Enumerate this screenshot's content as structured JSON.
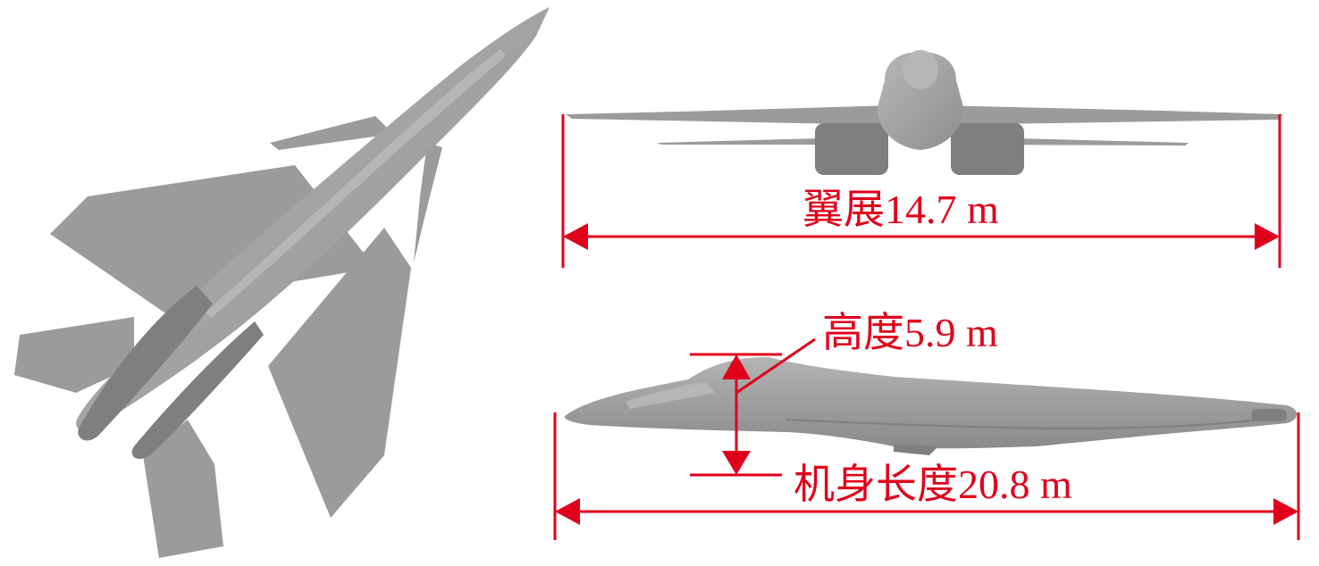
{
  "colors": {
    "annotation": "#e0001b",
    "aircraft_fill": "#9b9b9b",
    "aircraft_shade": "#7f7f7f",
    "aircraft_highlight": "#b6b6b6"
  },
  "views": {
    "top": {
      "name": "plan-view"
    },
    "front": {
      "name": "front-view"
    },
    "side": {
      "name": "side-view"
    }
  },
  "dimensions": {
    "wingspan": {
      "label": "翼展14.7 m",
      "value": 14.7,
      "unit": "m"
    },
    "height": {
      "label": "高度5.9 m",
      "value": 5.9,
      "unit": "m"
    },
    "length": {
      "label": "机身长度20.8 m",
      "value": 20.8,
      "unit": "m"
    }
  }
}
